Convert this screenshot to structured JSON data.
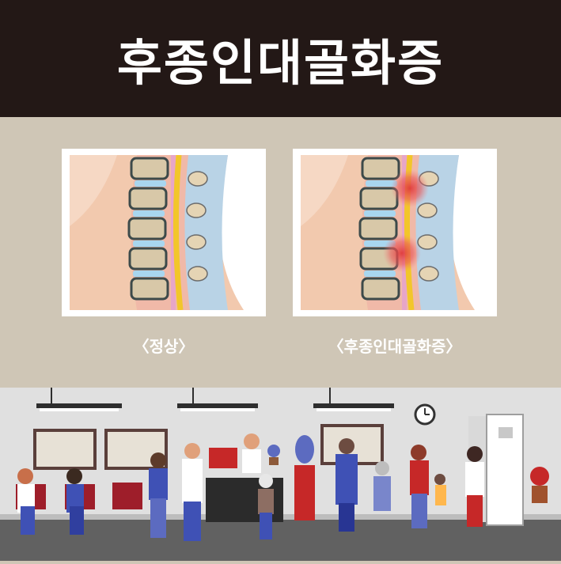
{
  "header": {
    "title": "후종인대골화증"
  },
  "panels": {
    "normal": {
      "caption": "〈정상〉"
    },
    "opll": {
      "caption": "〈후종인대골화증〉"
    }
  },
  "colors": {
    "header_bg": "#231816",
    "page_bg": "#cfc6b6",
    "lobby_wall": "#e0e0e0",
    "floor": "#616161",
    "highlight_red": "#e03a3a"
  }
}
